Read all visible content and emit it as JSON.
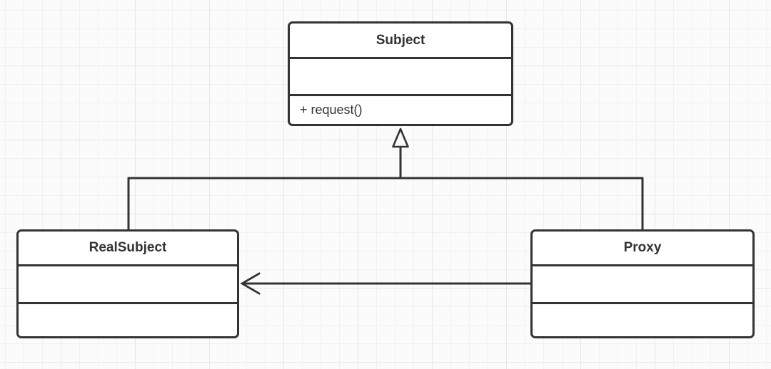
{
  "diagram": {
    "kind": "uml-class-diagram",
    "pattern": "Proxy pattern",
    "colors": {
      "stroke": "#333333",
      "shape_fill": "#ffffff",
      "background": "#fbfbfb",
      "grid_minor": "#f1f1f1",
      "grid_major": "#e7e7e7"
    }
  },
  "classes": {
    "subject": {
      "name": "Subject",
      "attributes_text": "",
      "methods_text": "+ request()"
    },
    "real_subject": {
      "name": "RealSubject",
      "attributes_text": "",
      "methods_text": ""
    },
    "proxy": {
      "name": "Proxy",
      "attributes_text": "",
      "methods_text": ""
    }
  },
  "relationships": [
    {
      "from": "RealSubject",
      "to": "Subject",
      "type": "generalization",
      "arrowhead": "hollow-triangle"
    },
    {
      "from": "Proxy",
      "to": "Subject",
      "type": "generalization",
      "arrowhead": "hollow-triangle"
    },
    {
      "from": "Proxy",
      "to": "RealSubject",
      "type": "association",
      "arrowhead": "open"
    }
  ]
}
